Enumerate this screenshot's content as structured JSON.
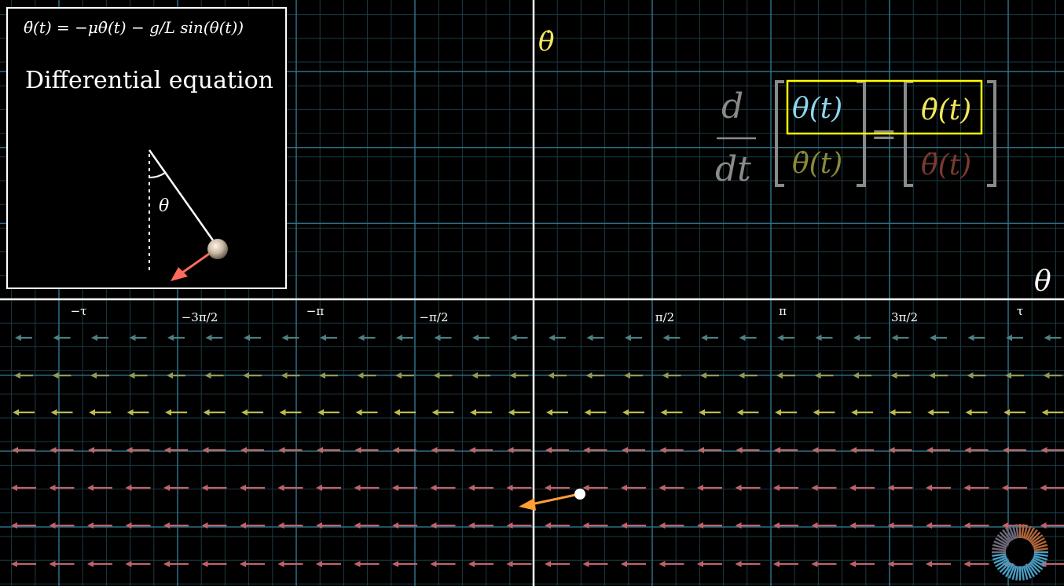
{
  "inset": {
    "equation_text": "θ̈(t) = −μθ̇(t) − g/L sin(θ(t))",
    "title": "Differential equation",
    "theta_label": "θ"
  },
  "axes": {
    "y_label": "θ̇",
    "x_label": "θ",
    "x_ticks": [
      "−τ",
      "−3π/2",
      "−π",
      "−π/2",
      "π/2",
      "π",
      "3π/2",
      "τ"
    ]
  },
  "state_equation": {
    "d": "d",
    "dt": "dt",
    "lhs_top": "θ(t)",
    "lhs_bottom": "θ̇(t)",
    "equals": "=",
    "rhs_top": "θ̇(t)",
    "rhs_bottom": "θ̈(t)"
  },
  "colors": {
    "background": "#000000",
    "theta_blue": "#8fd6f0",
    "thetadot_yellow": "#f2e85c",
    "thetaddot_red": "#e0705a",
    "highlight_box": "#ffff00",
    "state_arrow": "#ff9e33",
    "force_arrow": "#ff6b5a"
  }
}
